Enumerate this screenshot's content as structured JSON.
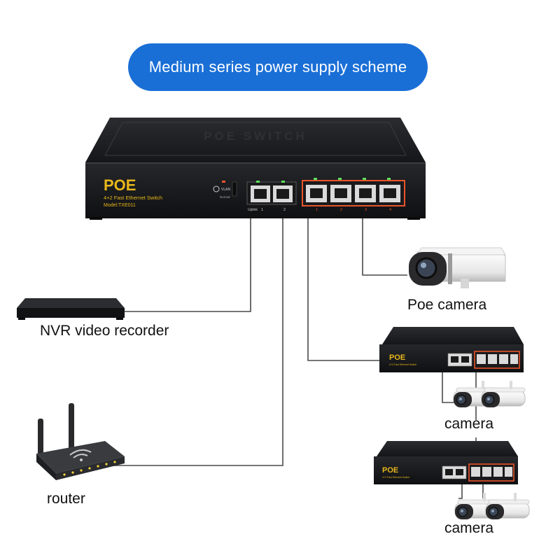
{
  "title": "Medium series power supply scheme",
  "main_switch": {
    "brand": "POE",
    "model_line": "4+2 Fast Ethernet Switch",
    "model_number": "Model:TXE011",
    "top_emboss": "POE SWITCH",
    "uplink_label": "Uplink",
    "uplink_ports": [
      "1",
      "2"
    ],
    "poe_ports": [
      "1",
      "2",
      "3",
      "4"
    ],
    "vlan_label": "VLAN",
    "normal_label": "Normal"
  },
  "mini_switch": {
    "brand": "POE",
    "model_line": "4+2 Fast Ethernet Switch"
  },
  "devices": {
    "nvr": "NVR video recorder",
    "router": "router",
    "poe_camera": "Poe camera",
    "camera_1": "camera",
    "camera_2": "camera"
  },
  "colors": {
    "title_bg": "#1a6fd6",
    "switch_body": "#1b1c1f",
    "poe_port_frame": "#e8542c",
    "brand_text": "#e8b81a",
    "link_led": "#5ee05e"
  }
}
